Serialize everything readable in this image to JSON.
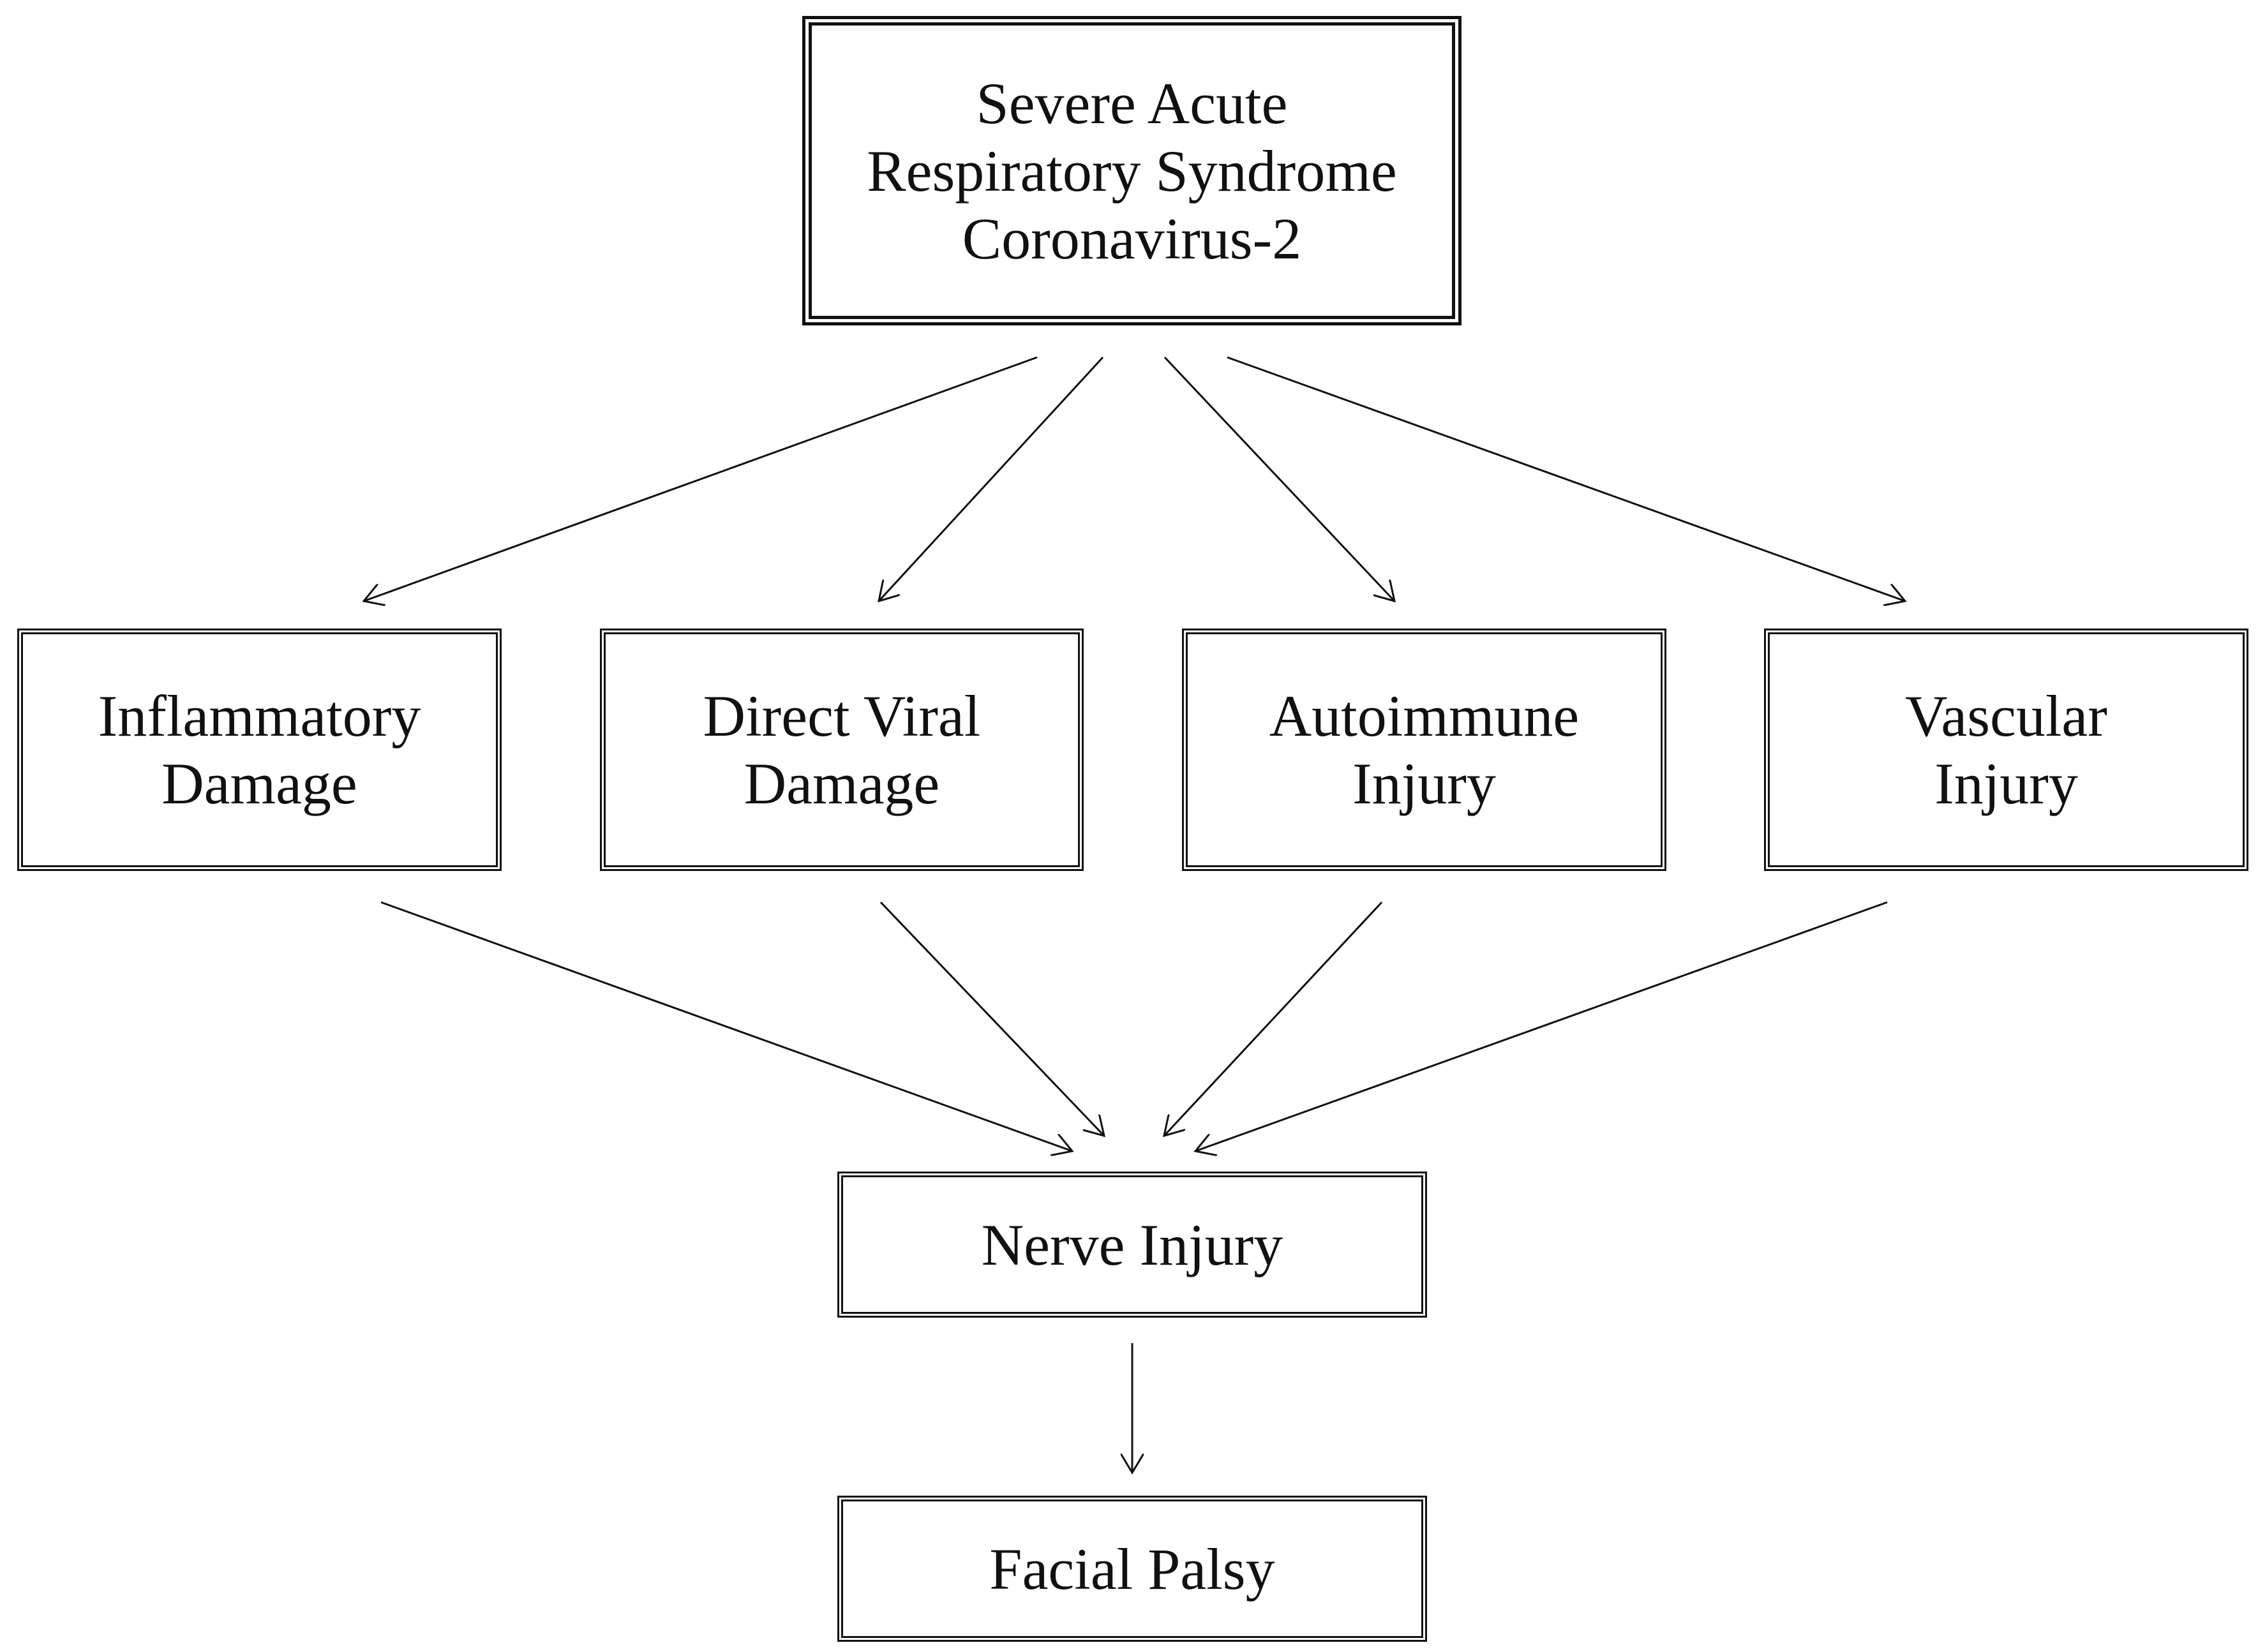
{
  "nodes": {
    "top": {
      "lines": [
        "Severe Acute",
        "Respiratory Syndrome",
        "Coronavirus-2"
      ]
    },
    "inflammatory": {
      "lines": [
        "Inflammatory",
        "Damage"
      ]
    },
    "direct_viral": {
      "lines": [
        "Direct Viral",
        "Damage"
      ]
    },
    "autoimmune": {
      "lines": [
        "Autoimmune",
        "Injury"
      ]
    },
    "vascular": {
      "lines": [
        "Vascular",
        "Injury"
      ]
    },
    "nerve": {
      "lines": [
        "Nerve Injury"
      ]
    },
    "facial": {
      "lines": [
        "Facial Palsy"
      ]
    }
  },
  "edges": [
    {
      "from": "top",
      "to": "inflammatory"
    },
    {
      "from": "top",
      "to": "direct_viral"
    },
    {
      "from": "top",
      "to": "autoimmune"
    },
    {
      "from": "top",
      "to": "vascular"
    },
    {
      "from": "inflammatory",
      "to": "nerve"
    },
    {
      "from": "direct_viral",
      "to": "nerve"
    },
    {
      "from": "autoimmune",
      "to": "nerve"
    },
    {
      "from": "vascular",
      "to": "nerve"
    },
    {
      "from": "nerve",
      "to": "facial"
    }
  ]
}
